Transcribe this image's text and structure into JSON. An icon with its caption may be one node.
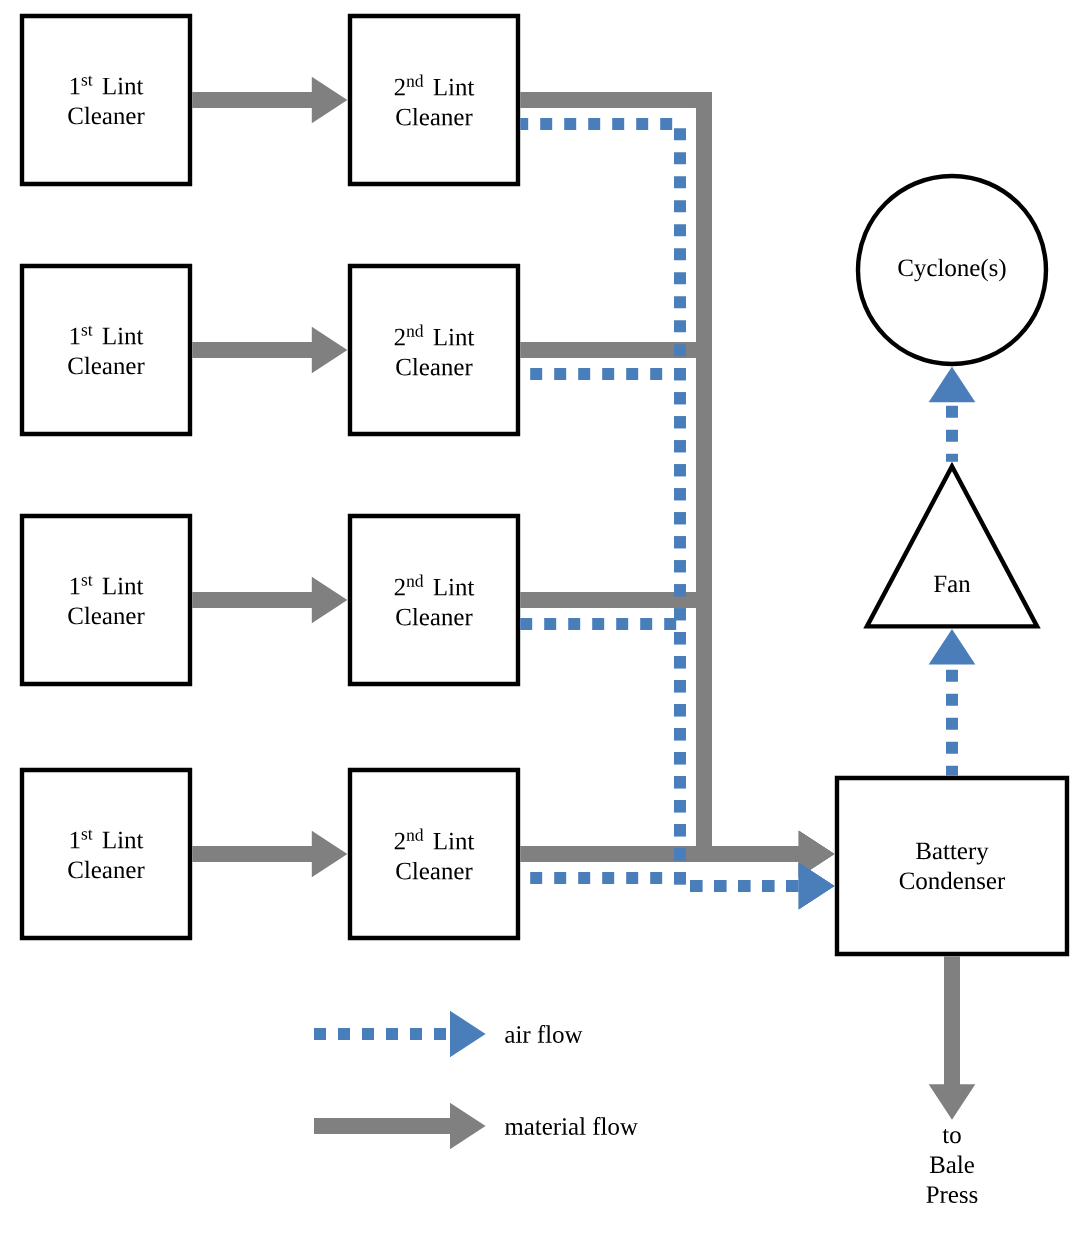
{
  "diagram": {
    "nodes": [
      {
        "text": [
          "1$^{st}$ Lint Cleaner"
        ]
      },
      {
        "text": [
          "2$^{nd}$ Lint Cleaner"
        ]
      },
      {
        "text": [
          "1$^{st}$ Lint Cleaner"
        ]
      },
      {
        "text": [
          "2$^{nd}$ Lint Cleaner"
        ]
      },
      {
        "text": [
          "1$^{st}$ Lint Cleaner"
        ]
      },
      {
        "text": [
          "2$^{nd}$ Lint Cleaner"
        ]
      },
      {
        "text": [
          "1$^{st}$ Lint Cleaner"
        ]
      },
      {
        "text": [
          "2$^{nd}$ Lint Cleaner"
        ]
      },
      {
        "text": [
          "Battery Condenser"
        ]
      },
      {
        "text": [
          "Fan"
        ]
      },
      {
        "text": [
          "Cyclone(s)"
        ]
      },
      {
        "text": [
          "to Bale Press"
        ]
      }
    ],
    "edges": [
      {
        "from": 0,
        "to": 1,
        "arrow": "to"
      },
      {
        "from": 2,
        "to": 3,
        "arrow": "to"
      },
      {
        "from": 4,
        "to": 5,
        "arrow": "to"
      },
      {
        "from": 6,
        "to": 7,
        "arrow": "to"
      },
      {
        "from": 1,
        "to": 8,
        "arrow": "to"
      },
      {
        "from": 3,
        "to": 8,
        "arrow": "to"
      },
      {
        "from": 5,
        "to": 8,
        "arrow": "to"
      },
      {
        "from": 7,
        "to": 8,
        "arrow": "to"
      },
      {
        "from": 1,
        "to": 8,
        "arrow": "to",
        "style": "dashed",
        "color": "#4a7ebb"
      },
      {
        "from": 3,
        "to": 8,
        "arrow": "to",
        "style": "dashed",
        "color": "#4a7ebb"
      },
      {
        "from": 5,
        "to": 8,
        "arrow": "to",
        "style": "dashed",
        "color": "#4a7ebb"
      },
      {
        "from": 7,
        "to": 8,
        "arrow": "to",
        "style": "dashed",
        "color": "#4a7ebb"
      },
      {
        "from": 8,
        "to": 9,
        "arrow": "to",
        "style": "dashed",
        "color": "#4a7ebb"
      },
      {
        "from": 9,
        "to": 10,
        "arrow": "to",
        "style": "dashed",
        "color": "#4a7ebb"
      },
      {
        "from": 8,
        "to": 11,
        "arrow": "to"
      }
    ],
    "legend": [
      {
        "text": "air flow"
      },
      {
        "text": "material flow"
      }
    ]
  }
}
